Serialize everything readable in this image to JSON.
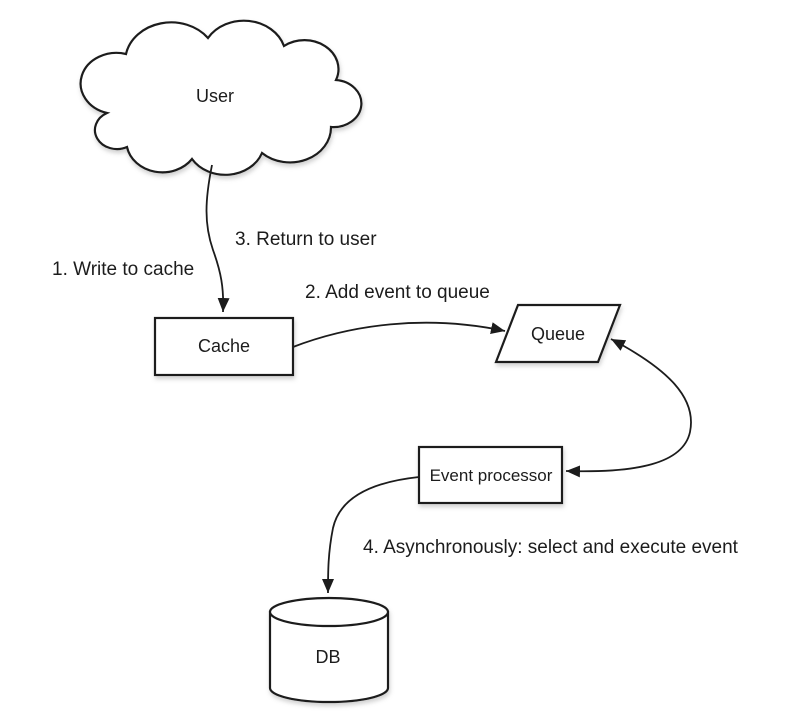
{
  "page": {
    "background": "#ffffff"
  },
  "diagram": {
    "nodes": {
      "user": {
        "label": "User",
        "shape": "cloud"
      },
      "cache": {
        "label": "Cache",
        "shape": "rectangle"
      },
      "queue": {
        "label": "Queue",
        "shape": "parallelogram"
      },
      "event_processor": {
        "label": "Event processor",
        "shape": "rectangle"
      },
      "db": {
        "label": "DB",
        "shape": "cylinder"
      }
    },
    "steps": {
      "step1": {
        "label": "1. Write to cache"
      },
      "step2": {
        "label": "2. Add event to queue"
      },
      "step3": {
        "label": "3. Return to user"
      },
      "step4": {
        "label": "4. Asynchronously: select and execute event"
      }
    },
    "edges": [
      {
        "from": "user",
        "to": "cache",
        "bidirectional": false
      },
      {
        "from": "cache",
        "to": "queue",
        "bidirectional": false
      },
      {
        "from": "queue",
        "to": "event_processor",
        "bidirectional": true
      },
      {
        "from": "event_processor",
        "to": "db",
        "bidirectional": false
      }
    ],
    "colors": {
      "stroke": "#1c1c1c",
      "fill": "#ffffff",
      "text": "#1c1c1c",
      "shadow": "#999999"
    }
  }
}
